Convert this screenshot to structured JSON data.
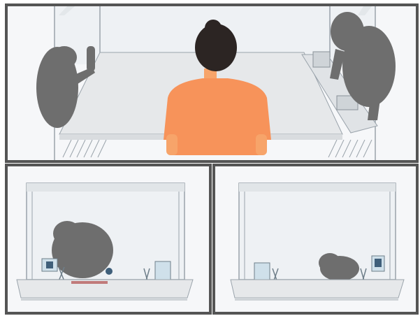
{
  "figure": {
    "panels": [
      {
        "id": "top",
        "subjects": [
          "chimpanzee-left",
          "human-participant",
          "chimpanzee-right"
        ]
      },
      {
        "id": "bottom-left",
        "subjects": [
          "chimpanzee"
        ]
      },
      {
        "id": "bottom-right",
        "subjects": [
          "chimpanzee"
        ]
      }
    ],
    "colors": {
      "frame": "#555555",
      "panel_bg": "#f6f7f9",
      "wall": "#eef1f4",
      "table": "#e6e8ea",
      "edge": "#9aa3ab",
      "ape": "#6e6e6e",
      "shirt": "#f7935a",
      "skin": "#f7a46a",
      "hair": "#2c2523",
      "container": "#cfe0ea"
    }
  }
}
